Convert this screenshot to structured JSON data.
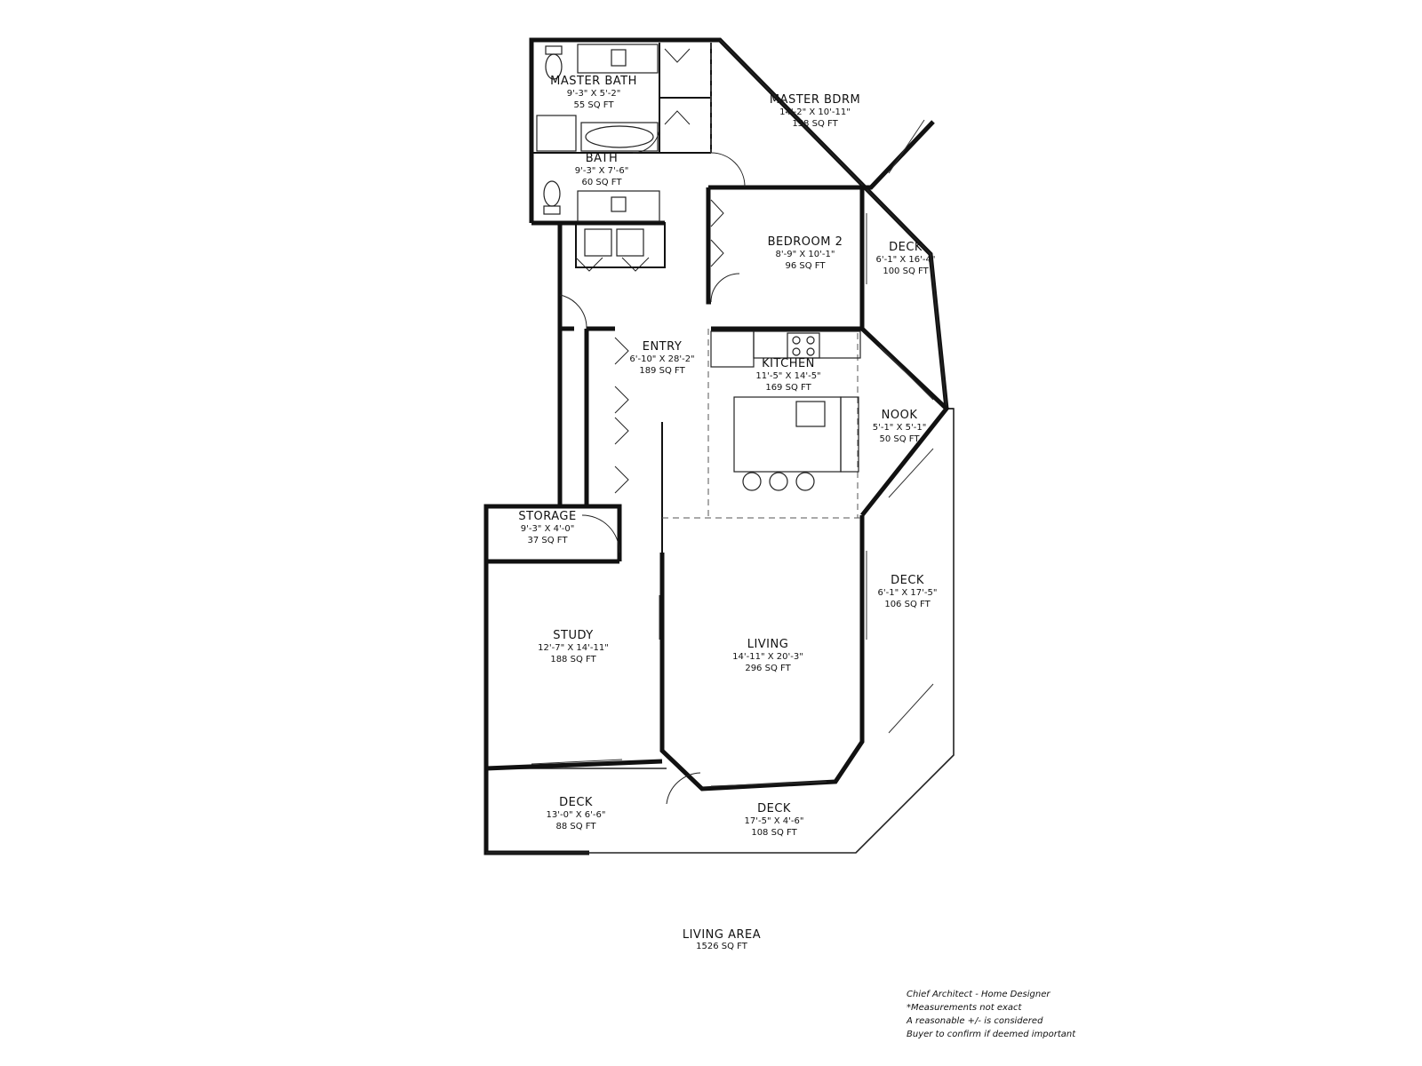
{
  "rooms": [
    {
      "id": "master-bath",
      "name": "MASTER BATH",
      "dims": "9'-3\" X 5'-2\"",
      "area": "55 SQ FT"
    },
    {
      "id": "bath",
      "name": "BATH",
      "dims": "9'-3\" X 7'-6\"",
      "area": "60 SQ FT"
    },
    {
      "id": "master-bdrm",
      "name": "MASTER BDRM",
      "dims": "14'-2\" X 10'-11\"",
      "area": "158 SQ FT"
    },
    {
      "id": "bedroom-2",
      "name": "BEDROOM 2",
      "dims": "8'-9\" X 10'-1\"",
      "area": "96 SQ FT"
    },
    {
      "id": "deck-upper-right",
      "name": "DECK",
      "dims": "6'-1\" X 16'-4\"",
      "area": "100 SQ FT"
    },
    {
      "id": "entry",
      "name": "ENTRY",
      "dims": "6'-10\" X 28'-2\"",
      "area": "189 SQ FT"
    },
    {
      "id": "kitchen",
      "name": "KITCHEN",
      "dims": "11'-5\" X 14'-5\"",
      "area": "169 SQ FT"
    },
    {
      "id": "nook",
      "name": "NOOK",
      "dims": "5'-1\" X 5'-1\"",
      "area": "50 SQ FT"
    },
    {
      "id": "storage",
      "name": "STORAGE",
      "dims": "9'-3\" X 4'-0\"",
      "area": "37 SQ FT"
    },
    {
      "id": "deck-lower-right",
      "name": "DECK",
      "dims": "6'-1\" X 17'-5\"",
      "area": "106 SQ FT"
    },
    {
      "id": "study",
      "name": "STUDY",
      "dims": "12'-7\" X 14'-11\"",
      "area": "188 SQ FT"
    },
    {
      "id": "living",
      "name": "LIVING",
      "dims": "14'-11\" X 20'-3\"",
      "area": "296 SQ FT"
    },
    {
      "id": "deck-bottom-left",
      "name": "DECK",
      "dims": "13'-0\" X 6'-6\"",
      "area": "88 SQ FT"
    },
    {
      "id": "deck-bottom",
      "name": "DECK",
      "dims": "17'-5\" X 4'-6\"",
      "area": "108 SQ FT"
    }
  ],
  "living_area": {
    "title": "LIVING AREA",
    "value": "1526 SQ FT"
  },
  "notes": [
    "Chief Architect - Home Designer",
    "*Measurements not exact",
    " A reasonable +/- is considered",
    " Buyer to confirm if deemed important"
  ]
}
